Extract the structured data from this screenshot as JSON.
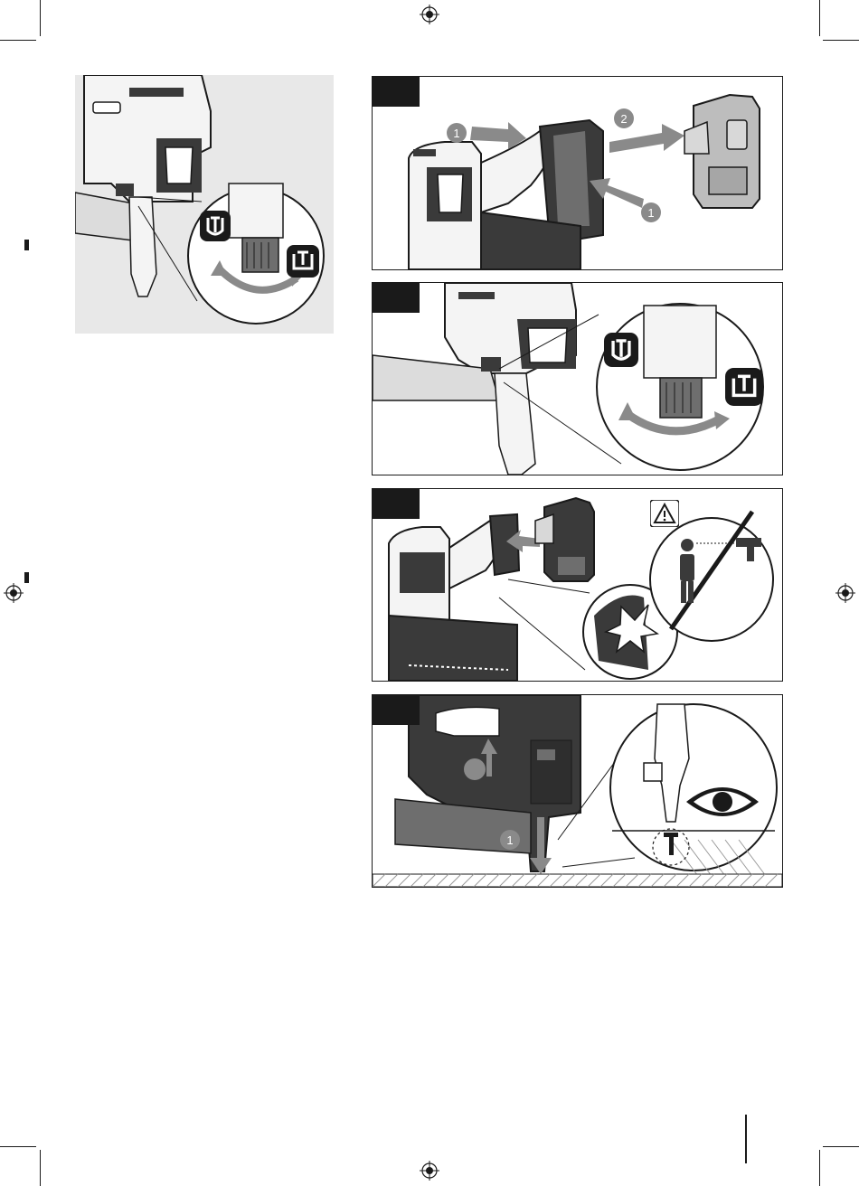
{
  "figures": {
    "fig_a": {
      "step_labels": [
        "1",
        "2",
        "1"
      ]
    },
    "fig_c": {
      "icons": [
        "warning-icon",
        "no-person-with-tool-icon"
      ]
    },
    "fig_d": {
      "step_labels": [
        "1"
      ],
      "icons": [
        "eye-icon"
      ]
    }
  },
  "icons": {
    "mode_sequential": "sequential-trigger-mode-icon",
    "mode_contact": "single-shot-mode-icon"
  },
  "colors": {
    "ink": "#1a1a1a",
    "panel_bg": "#e8e8e8",
    "tool_dark": "#3a3a3a",
    "tool_mid": "#6e6e6e",
    "battery_light": "#bdbdbd",
    "arrow_grey": "#8a8a8a"
  }
}
